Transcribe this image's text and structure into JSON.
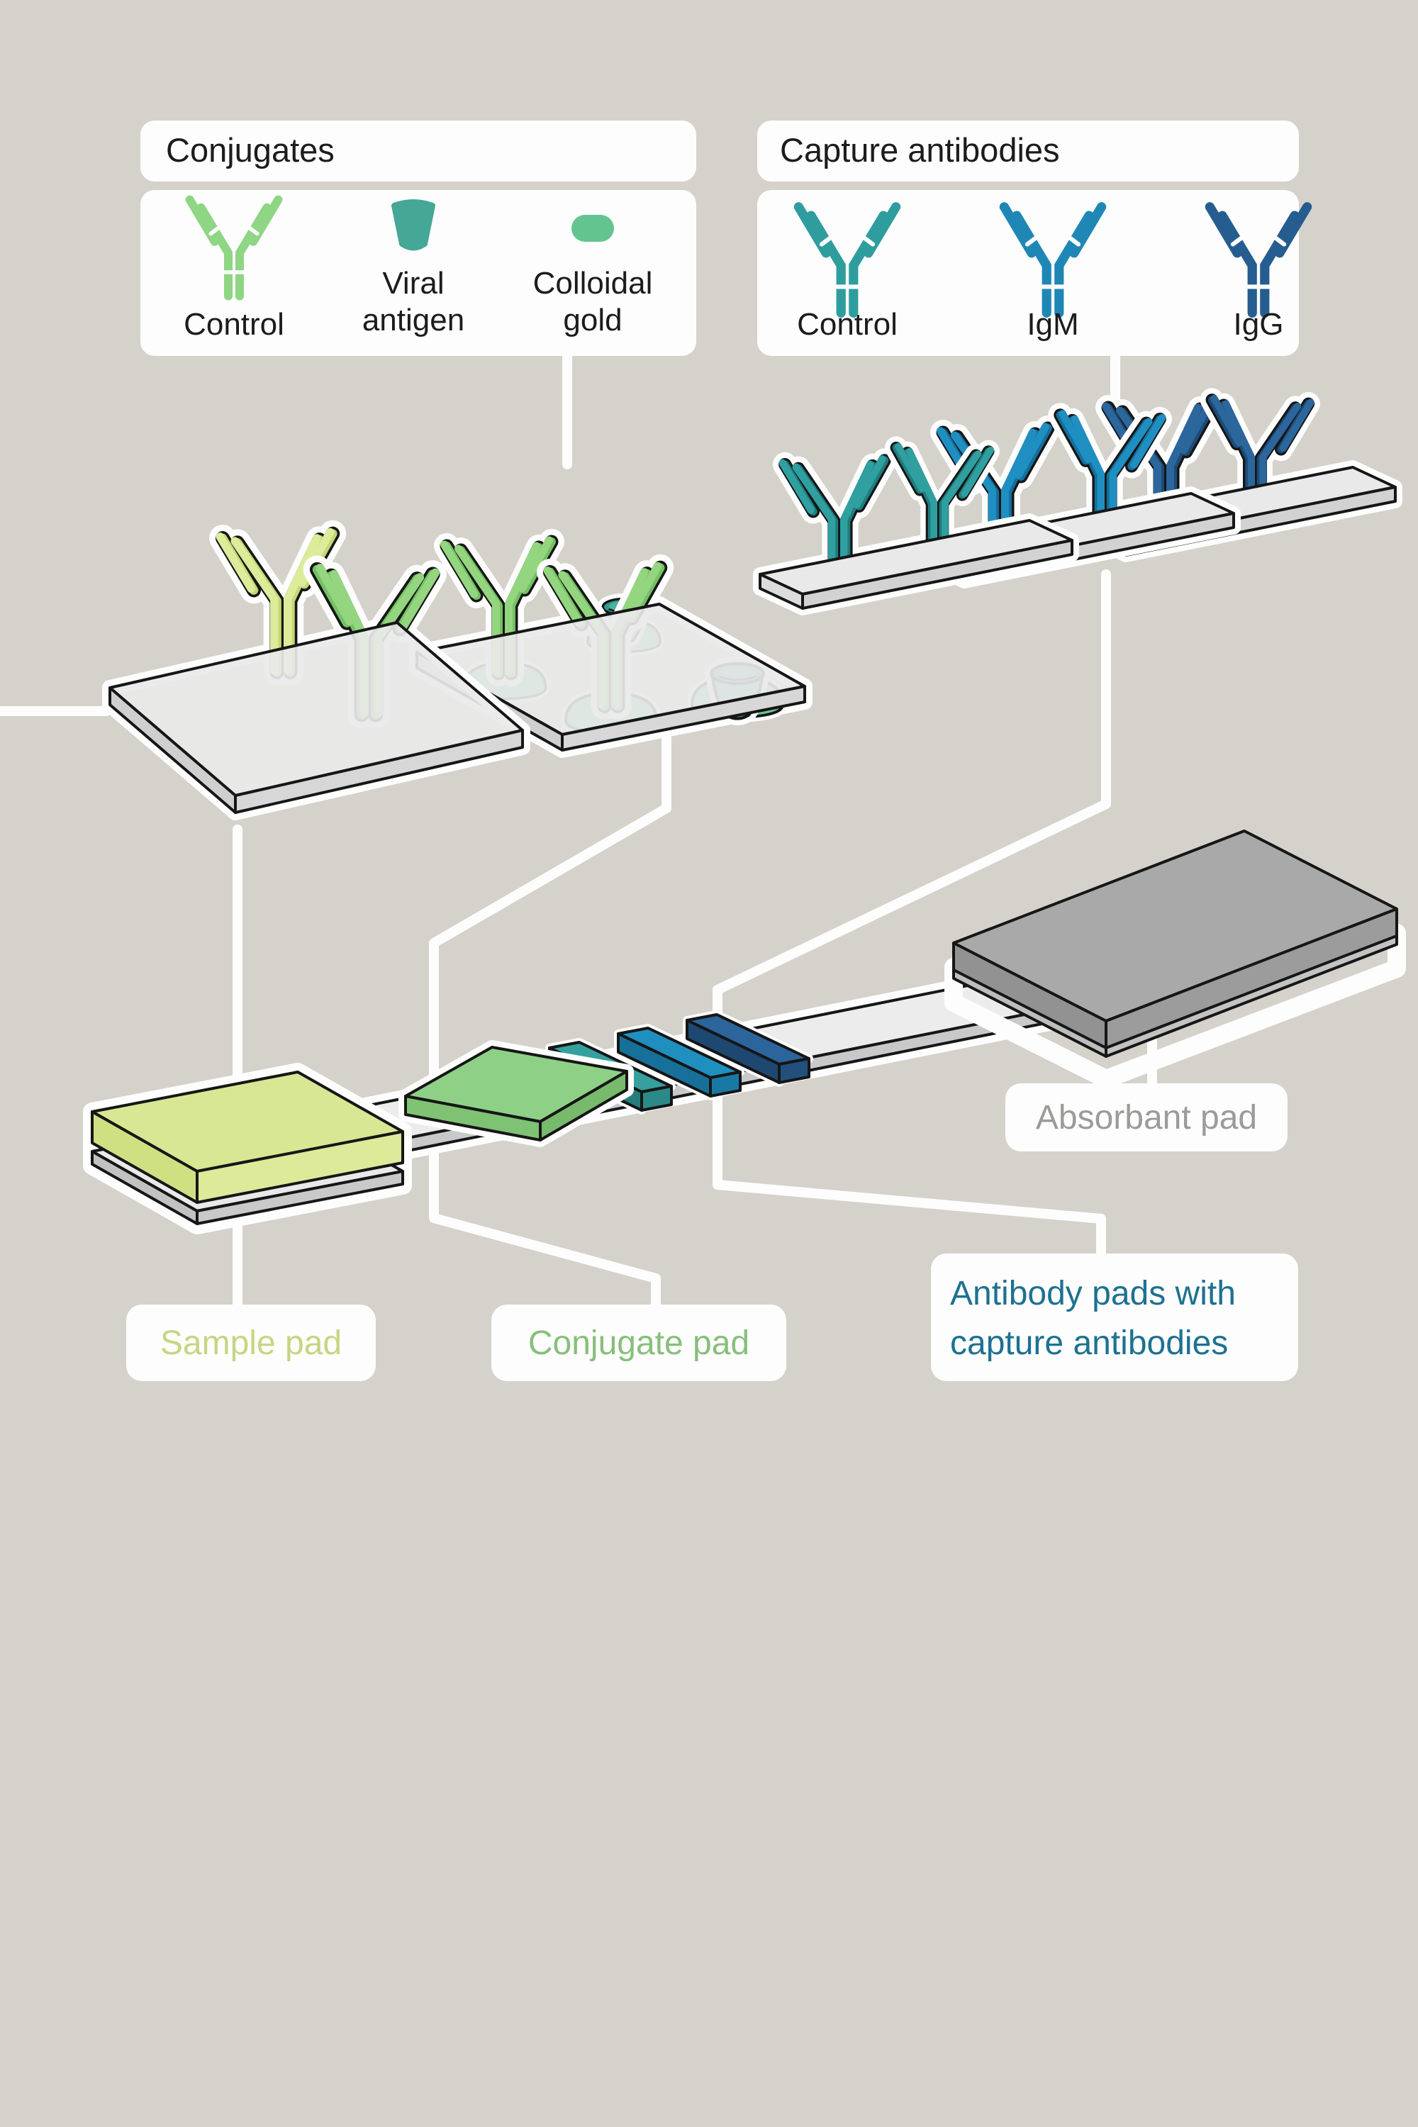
{
  "legend_conjugates": {
    "title": "Conjugates",
    "items": [
      {
        "name": "control",
        "label_lines": [
          "Control"
        ]
      },
      {
        "name": "viral-antigen",
        "label_lines": [
          "Viral",
          "antigen"
        ]
      },
      {
        "name": "colloidal-gold",
        "label_lines": [
          "Colloidal",
          "gold"
        ]
      }
    ]
  },
  "legend_capture": {
    "title": "Capture antibodies",
    "items": [
      {
        "name": "control",
        "label": "Control"
      },
      {
        "name": "igm",
        "label": "IgM"
      },
      {
        "name": "igg",
        "label": "IgG"
      }
    ]
  },
  "callouts": {
    "sample_pad": "Sample pad",
    "conjugate_pad": "Conjugate pad",
    "antibody_pads": [
      "Antibody pads with",
      "capture antibodies"
    ],
    "absorbant_pad": "Absorbant pad"
  },
  "colors": {
    "background": "#d4d2ca",
    "conjugate_control_green": "#8ed584",
    "viral_antigen_teal": "#45a795",
    "colloidal_gold_green": "#64c490",
    "capture_control_teal": "#2f9d9e",
    "igm_blue": "#1f87b6",
    "igg_navy": "#265d90",
    "sample_pad": "#d7e794",
    "conjugate_pad": "#8ed186",
    "absorbent_pad": "#a9a9a9",
    "strip": "#ececec"
  }
}
